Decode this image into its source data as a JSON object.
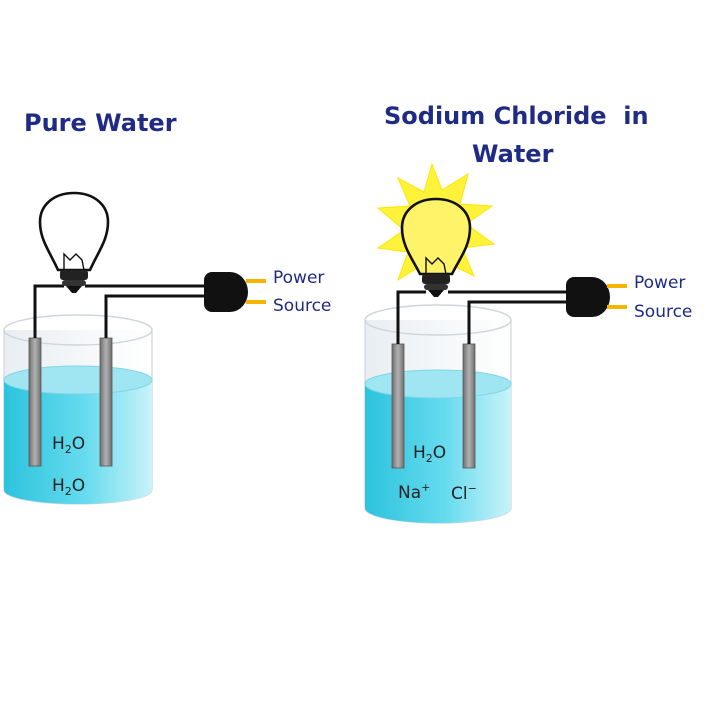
{
  "left_panel": {
    "title": "Pure Water",
    "power_label_1": "Power",
    "power_label_2": "Source",
    "molecule_1": {
      "main": "H",
      "sub": "2",
      "end": "O"
    },
    "molecule_2": {
      "main": "H",
      "sub": "2",
      "end": "O"
    },
    "bulb_state": "off"
  },
  "right_panel": {
    "title_line_1": "Sodium Chloride  in",
    "title_line_2": "Water",
    "power_label_1": "Power",
    "power_label_2": "Source",
    "molecule_1": {
      "main": "H",
      "sub": "2",
      "end": "O"
    },
    "sodium_ion": {
      "main": "Na",
      "sup": "+"
    },
    "chloride_ion": {
      "main": "Cl",
      "sup": "−"
    },
    "bulb_state": "lit"
  },
  "colors": {
    "title_text": "#1f2b84",
    "water": "#49d1e6",
    "water_light": "#c9f1f7",
    "electrode": "#8a8a8a",
    "bulb_glow": "#fff23a",
    "prong": "#f5b400",
    "plug": "#111111"
  }
}
